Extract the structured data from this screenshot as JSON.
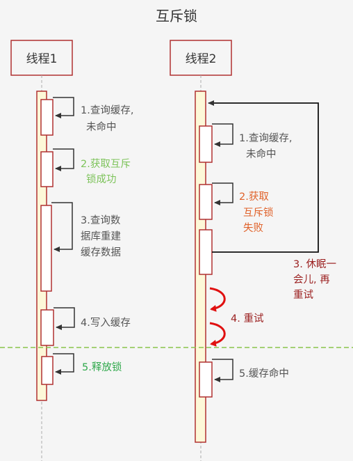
{
  "title": "互斥锁",
  "lanes": [
    {
      "id": "thread1",
      "label": "线程1"
    },
    {
      "id": "thread2",
      "label": "线程2"
    }
  ],
  "thread1_steps": {
    "step1": [
      "1.查询缓存,",
      "未命中"
    ],
    "step2": [
      "2.获取互斥",
      "锁成功"
    ],
    "step3": [
      "3.查询数",
      "据库重建",
      "缓存数据"
    ],
    "step4": [
      "4.写入缓存"
    ],
    "step5": [
      "5.释放锁"
    ]
  },
  "thread2_steps": {
    "step1": [
      "1.查询缓存,",
      "未命中"
    ],
    "step2": [
      "2.获取",
      "互斥锁",
      "失败"
    ],
    "step3": [
      "3. 休眠一",
      "会儿, 再",
      "重试"
    ],
    "step4": [
      "4. 重试"
    ],
    "step5": [
      "5.缓存命中"
    ]
  },
  "colors": {
    "lane_border": "#b03030",
    "activation_fill": "#fdf8d8",
    "arrow": "#333333",
    "text_gray": "#555555",
    "text_green_light": "#7dc35a",
    "text_green": "#2ea84a",
    "text_orange": "#e0622a",
    "text_darkred": "#9b2020",
    "retry_arrow": "#e01010",
    "dashed_divider": "#8ac44b"
  }
}
